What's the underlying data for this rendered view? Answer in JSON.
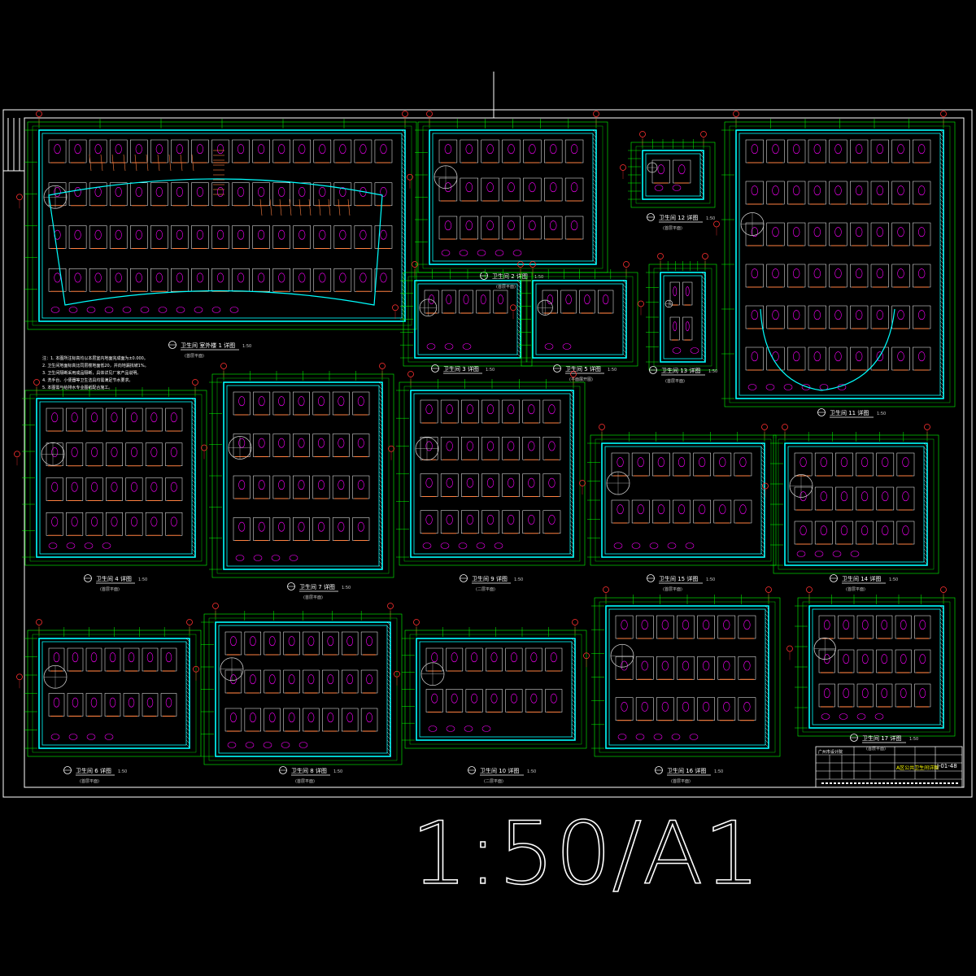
{
  "sheet": {
    "scale_label": "1:50/A1",
    "colors": {
      "background": "#000000",
      "frame": "#ffffff",
      "wall": "#00ffff",
      "dimension": "#00ff00",
      "fixture": "#ff00ff",
      "stair": "#ff8040",
      "grid_bubble": "#ff3030",
      "title_block_highlight": "#ffff00"
    }
  },
  "plans": [
    {
      "id": "p1",
      "title": "卫生间 室外楼 1 详图",
      "scale": "1:50",
      "sub": "(首层平面)"
    },
    {
      "id": "p2",
      "title": "卫生间 2 详图",
      "scale": "1:50",
      "sub": "(首层平面)"
    },
    {
      "id": "p3",
      "title": "卫生间 3 详图",
      "scale": "1:50",
      "sub": ""
    },
    {
      "id": "p3b",
      "title": "卫生间 5 详图",
      "scale": "1:50",
      "sub": "(平面展开图)"
    },
    {
      "id": "p12",
      "title": "卫生间 12 详图",
      "scale": "1:50",
      "sub": "(首层平面)"
    },
    {
      "id": "p13",
      "title": "卫生间 13 详图",
      "scale": "1:50",
      "sub": "(首层平面)"
    },
    {
      "id": "p11",
      "title": "卫生间 11 详图",
      "scale": "1:50",
      "sub": ""
    },
    {
      "id": "p4",
      "title": "卫生间 4 详图",
      "scale": "1:50",
      "sub": "(首层平面)"
    },
    {
      "id": "p7",
      "title": "卫生间 7 详图",
      "scale": "1:50",
      "sub": "(首层平面)"
    },
    {
      "id": "p9",
      "title": "卫生间 9 详图",
      "scale": "1:50",
      "sub": "(二层平面)"
    },
    {
      "id": "p15",
      "title": "卫生间 15 详图",
      "scale": "1:50",
      "sub": "(首层平面)"
    },
    {
      "id": "p14",
      "title": "卫生间 14 详图",
      "scale": "1:50",
      "sub": "(首层平面)"
    },
    {
      "id": "p6",
      "title": "卫生间 6 详图",
      "scale": "1:50",
      "sub": "(首层平面)"
    },
    {
      "id": "p8",
      "title": "卫生间 8 详图",
      "scale": "1:50",
      "sub": "(首层平面)"
    },
    {
      "id": "p10",
      "title": "卫生间 10 详图",
      "scale": "1:50",
      "sub": "(二层平面)"
    },
    {
      "id": "p16",
      "title": "卫生间 16 详图",
      "scale": "1:50",
      "sub": "(首层平面)"
    },
    {
      "id": "p17",
      "title": "卫生间 17 详图",
      "scale": "1:50",
      "sub": "(首层平面)"
    }
  ],
  "notes": [
    "注：1. 本图所注标高均以本层室内地面完成面为±0.000。",
    "2. 卫生间地面标高比同层楼地面低20，并向地漏找坡1%。",
    "3. 卫生间隔断采用成品隔断，具体详见厂家产品说明。",
    "4. 洗手台、小便器等卫生洁具均需满足节水要求。",
    "5. 本图需与给排水专业图纸配合施工。"
  ],
  "title_block": {
    "company": "广州市设计院",
    "drawing_title": "A区公共卫生间详图",
    "drawing_number": "J-01-48"
  }
}
